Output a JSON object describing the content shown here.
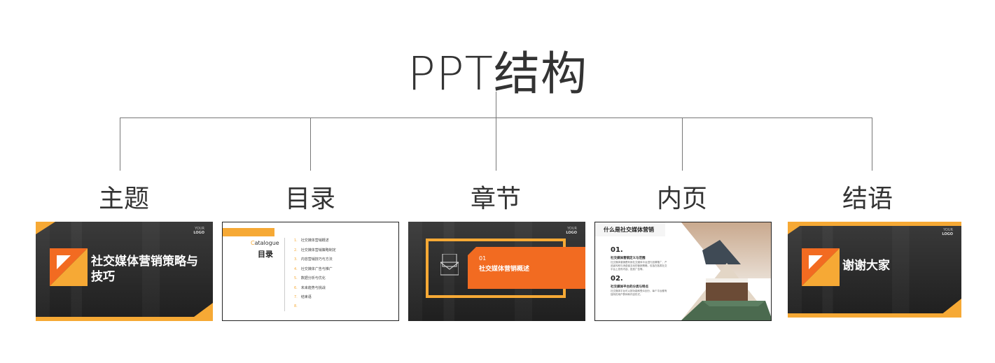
{
  "title": "PPT结构",
  "colors": {
    "orange": "#f26b21",
    "yellow": "#f6a935",
    "dark": "#2d2d2d",
    "line": "#777777"
  },
  "sections": [
    {
      "label": "主题"
    },
    {
      "label": "目录"
    },
    {
      "label": "章节"
    },
    {
      "label": "内页"
    },
    {
      "label": "结语"
    }
  ],
  "slides": {
    "cover": {
      "title": "社交媒体营销策略与技巧",
      "logo1": "YOUR",
      "logo2": "LOGO"
    },
    "toc": {
      "catalogue_first": "C",
      "catalogue_rest": "atalogue",
      "heading": "目录",
      "items": [
        {
          "n": "1.",
          "text": "社交媒体营销概述"
        },
        {
          "n": "2.",
          "text": "社交媒体营销策略制定"
        },
        {
          "n": "3.",
          "text": "内容营销技巧与方法"
        },
        {
          "n": "4.",
          "text": "社交媒体广告与推广"
        },
        {
          "n": "5.",
          "text": "数据分析与优化"
        },
        {
          "n": "6.",
          "text": "未来趋势与挑战"
        },
        {
          "n": "7.",
          "text": "结束语"
        },
        {
          "n": "8.",
          "text": ""
        }
      ]
    },
    "chapter": {
      "number": "01",
      "title": "社交媒体营销概述",
      "logo1": "YOUR",
      "logo2": "LOGO"
    },
    "inner": {
      "title": "什么是社交媒体营销",
      "p1_num": "01.",
      "p1_head": "社交媒体营销定义与范围",
      "p1_body": "社交媒体营销是利用社交媒体平台进行品牌推广、产品宣传和与消费者互动的营销策略，包括在各类社交平台上发布内容、投放广告等。",
      "p2_num": "02.",
      "p2_head": "社交媒体平台的分类与特点",
      "p2_body": "社交媒体平台可以按功能和受众划分，每个平台都有独特的用户群体和内容形式。"
    },
    "ending": {
      "title": "谢谢大家",
      "logo1": "YOUR",
      "logo2": "LOGO"
    }
  }
}
